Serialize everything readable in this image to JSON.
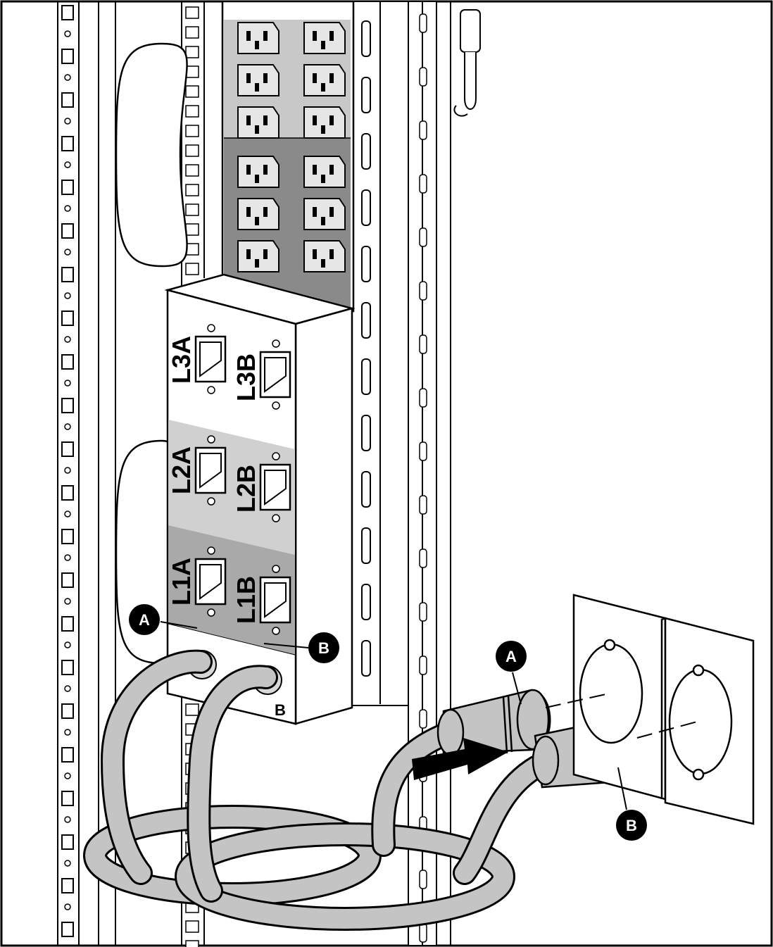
{
  "breakers": [
    {
      "label": "L3A"
    },
    {
      "label": "L3B"
    },
    {
      "label": "L2A"
    },
    {
      "label": "L2B"
    },
    {
      "label": "L1A"
    },
    {
      "label": "L1B"
    }
  ],
  "port_labels": {
    "b": "B"
  },
  "callouts": {
    "a": "A",
    "b": "B"
  },
  "colors": {
    "outline": "#000000",
    "cable": "#c4c4c4",
    "receptacle_light": "#c8c8c8",
    "receptacle_dark": "#8a8a8a",
    "shade_light": "#d0d0d0",
    "shade_mid": "#a9a9a9",
    "wall_plate": "#ffffff"
  }
}
